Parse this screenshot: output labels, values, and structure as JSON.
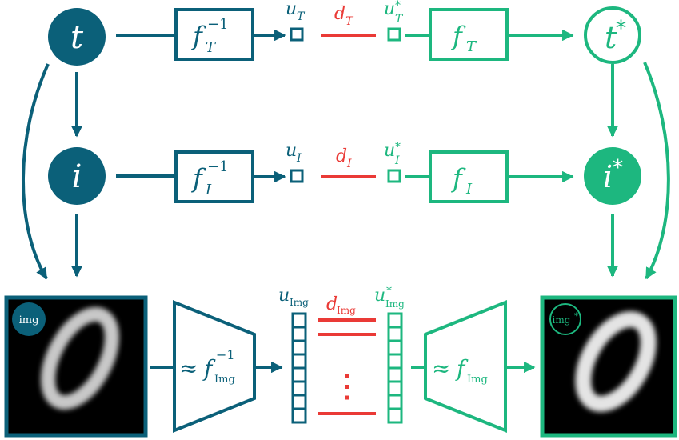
{
  "colors": {
    "blue": "#0b6079",
    "green": "#1db77f",
    "red": "#ea3a36",
    "black": "#000000"
  },
  "nodes": {
    "t": "t",
    "i": "i",
    "t_star": "t*",
    "i_star": "i*",
    "img_badge": "img",
    "img_star_badge": "img*"
  },
  "row_t": {
    "inverse_label": "f_T^-1",
    "u_label": "u_T",
    "d_label": "d_T",
    "u_star_label": "u_T*",
    "forward_label": "f_T"
  },
  "row_i": {
    "inverse_label": "f_I^-1",
    "u_label": "u_I",
    "d_label": "d_I",
    "u_star_label": "u_I*",
    "forward_label": "f_I"
  },
  "row_img": {
    "encoder_label": "≈ f_Img^-1",
    "u_label": "u_Img",
    "d_label": "d_Img",
    "u_star_label": "u_Img*",
    "decoder_label": "≈ f_Img",
    "ellipsis": "⋮"
  }
}
